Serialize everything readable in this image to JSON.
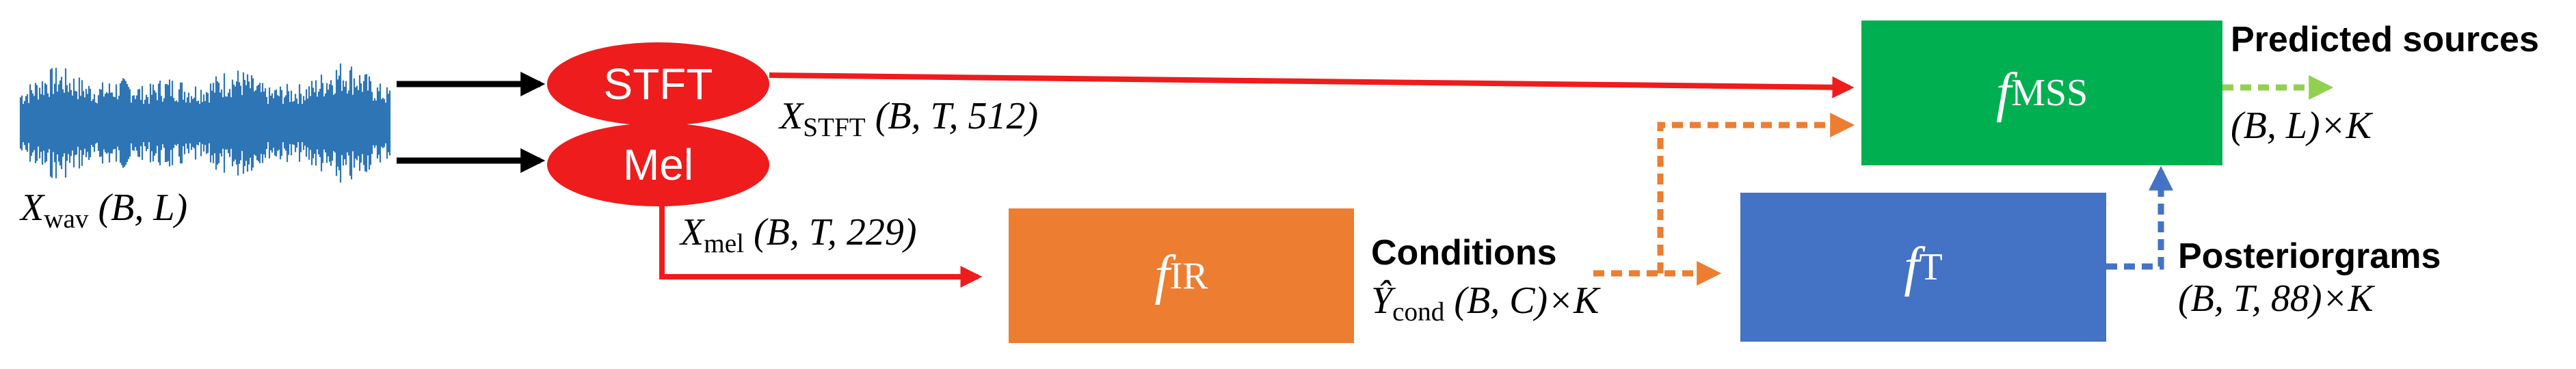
{
  "nodes": {
    "stft": "STFT",
    "mel": "Mel",
    "f_ir": {
      "symbol": "f",
      "sub": "IR"
    },
    "f_t": {
      "symbol": "f",
      "sub": "T"
    },
    "f_mss": {
      "symbol": "f",
      "sub": "MSS"
    }
  },
  "labels": {
    "x_wav": {
      "symbol": "X",
      "sub": "wav",
      "shape": "(B, L)"
    },
    "x_stft": {
      "symbol": "X",
      "sub": "STFT",
      "shape": "(B, T, 512)"
    },
    "x_mel": {
      "symbol": "X",
      "sub": "mel",
      "shape": "(B, T, 229)"
    },
    "conditions": {
      "title": "Conditions",
      "symbol": "Ŷ",
      "sub": "cond",
      "shape": "(B, C)×K"
    },
    "posteriorgrams": {
      "title": "Posteriorgrams",
      "shape": "(B, T, 88)×K"
    },
    "predicted_sources": {
      "title": "Predicted sources",
      "shape": "(B, L)×K"
    }
  },
  "colors": {
    "red": "#ee1c1c",
    "orange": "#ed7d31",
    "blue": "#4472c4",
    "green": "#00b050",
    "dashed_green": "#92d050",
    "waveform": "#2e75b6",
    "black": "#000000"
  }
}
